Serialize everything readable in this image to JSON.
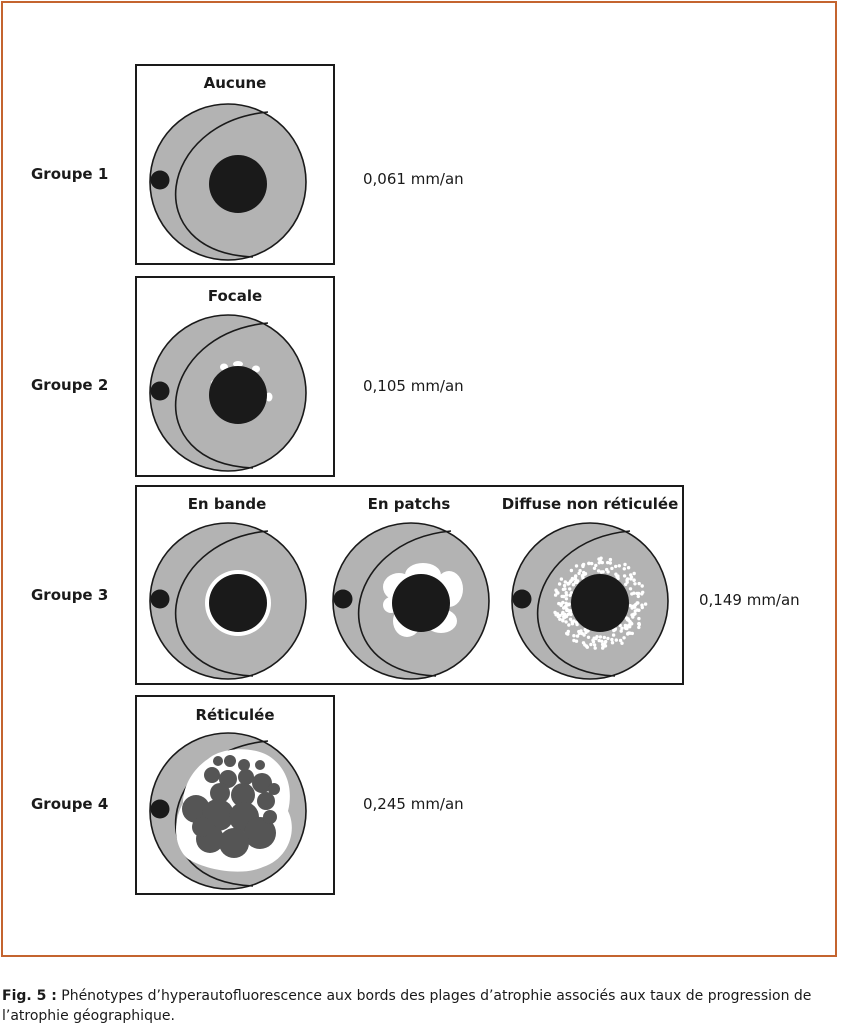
{
  "groups": [
    {
      "label": "Groupe 1",
      "rate": "0,061 mm/an",
      "phenotypes": [
        {
          "name": "Aucune",
          "icon": "eye-no-hyperfluorescence-icon"
        }
      ]
    },
    {
      "label": "Groupe 2",
      "rate": "0,105 mm/an",
      "phenotypes": [
        {
          "name": "Focale",
          "icon": "eye-focal-hyperfluorescence-icon"
        }
      ]
    },
    {
      "label": "Groupe 3",
      "rate": "0,149 mm/an",
      "phenotypes": [
        {
          "name": "En bande",
          "icon": "eye-banded-hyperfluorescence-icon"
        },
        {
          "name": "En patchs",
          "icon": "eye-patchy-hyperfluorescence-icon"
        },
        {
          "name": "Diffuse non réticulée",
          "icon": "eye-diffuse-non-reticular-icon"
        }
      ]
    },
    {
      "label": "Groupe 4",
      "rate": "0,245 mm/an",
      "phenotypes": [
        {
          "name": "Réticulée",
          "icon": "eye-reticular-icon"
        }
      ]
    }
  ],
  "caption": {
    "prefix": "Fig. 5 :",
    "text": " Phénotypes d’hyperautofluorescence aux bords des plages d’atrophie associés aux taux de progression de l’atrophie géographique."
  },
  "colors": {
    "frame": "#c4642f",
    "fundus": "#b3b3b3",
    "dark": "#1a1a1a",
    "reticular_lesion": "#555555",
    "hyperfluorescence": "#ffffff"
  }
}
